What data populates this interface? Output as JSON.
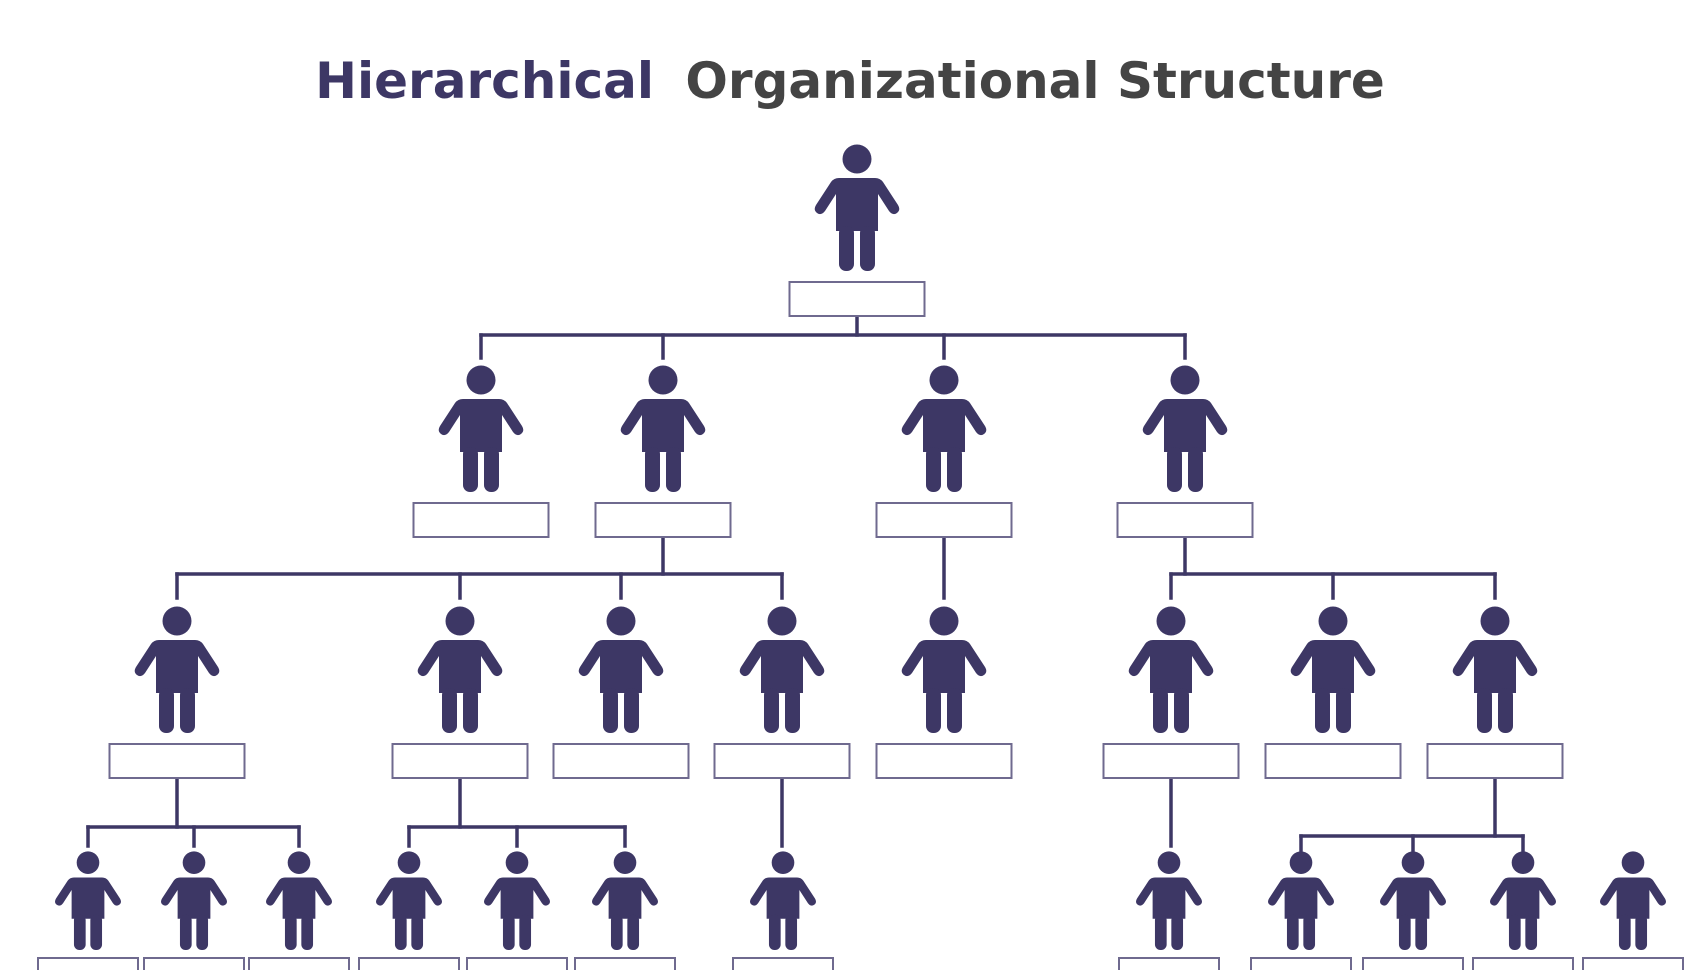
{
  "title": {
    "part1": "Hierarchical",
    "part2": "Organizational Structure"
  },
  "colors": {
    "primary": "#3d3765",
    "secondary": "#444444",
    "line": "#3d3765",
    "box_border": "#6f6a8f",
    "background": "#ffffff"
  },
  "icons": {
    "person": "person-icon"
  },
  "org_chart": {
    "label_boxes_text": "",
    "levels": [
      {
        "level": 1,
        "count": 1
      },
      {
        "level": 2,
        "count": 4
      },
      {
        "level": 3,
        "count": 8
      },
      {
        "level": 4,
        "count": 12
      }
    ]
  }
}
